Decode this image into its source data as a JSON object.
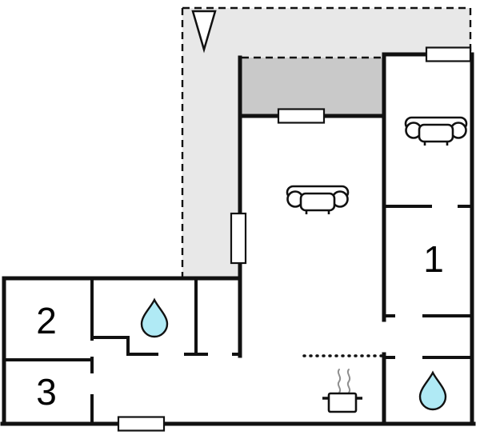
{
  "plan": {
    "rooms": [
      {
        "label": "1"
      },
      {
        "label": "2"
      },
      {
        "label": "3"
      }
    ]
  },
  "icons": {
    "north_arrow": "north-arrow-icon",
    "sofa": "sofa-icon",
    "water_drop": "water-drop-icon",
    "stove_pot": "stove-pot-icon",
    "window": "window"
  },
  "colors": {
    "wall": "#111111",
    "terrace_fill": "#e8e8e8",
    "covered_terrace_fill": "#c9c9c9",
    "water_drop_fill": "#b0eaf5",
    "steam_stroke": "#8f8f8f",
    "background": "#ffffff"
  }
}
